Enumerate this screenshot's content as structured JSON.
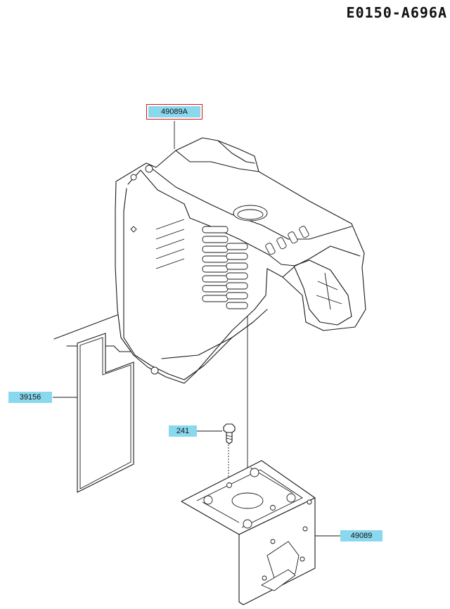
{
  "diagram_code": "E0150-A696A",
  "callouts": [
    {
      "id": "49089A",
      "label": "49089A",
      "selected": true
    },
    {
      "id": "39156",
      "label": "39156",
      "selected": false
    },
    {
      "id": "241",
      "label": "241",
      "selected": false
    },
    {
      "id": "49089",
      "label": "49089",
      "selected": false
    }
  ],
  "colors": {
    "tag_bg": "#8ad8ee",
    "selection_border": "#d01818"
  }
}
